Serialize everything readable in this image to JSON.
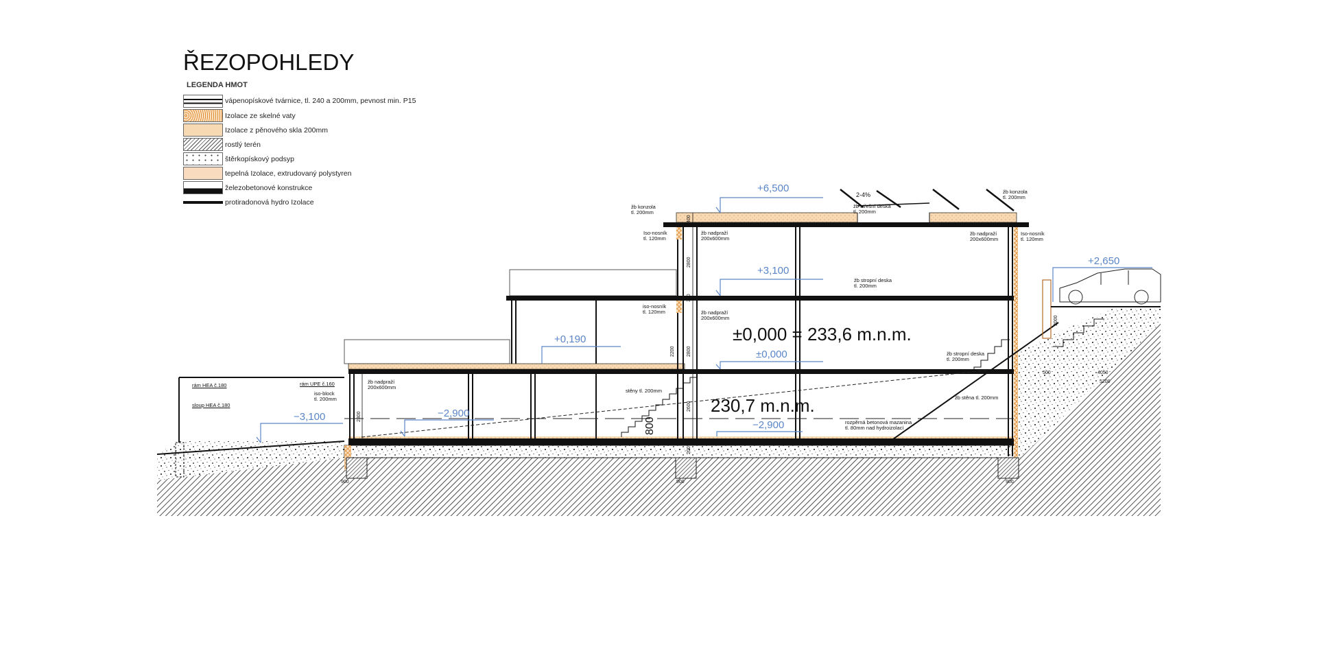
{
  "title": "ŘEZOPOHLEDY",
  "legend": {
    "heading": "LEGENDA HMOT",
    "items": [
      {
        "label": "vápenopískové tvárnice, tl. 240 a 200mm, pevnost min. P15",
        "icon": "masonry-swatch"
      },
      {
        "label": "Izolace ze skelné vaty",
        "icon": "glass-wool-swatch"
      },
      {
        "label": "Izolace z pěnového skla 200mm",
        "icon": "foam-glass-swatch"
      },
      {
        "label": "rostlý terén",
        "icon": "natural-ground-swatch"
      },
      {
        "label": "štěrkopískový podsyp",
        "icon": "gravel-swatch"
      },
      {
        "label": "tepelná Izolace, extrudovaný polystyren",
        "icon": "xps-swatch"
      },
      {
        "label": "železobetonové konstrukce",
        "icon": "reinforced-concrete-swatch"
      },
      {
        "label": "protiradonová hydro Izolace",
        "icon": "radon-barrier-swatch"
      }
    ]
  },
  "levels": {
    "roof": "+6,500",
    "first_floor": "+3,100",
    "terrace": "+0,190",
    "ground": "±0,000",
    "outdoor_left": "−3,100",
    "basement_left": "−2,900",
    "basement_center": "−2,900",
    "parking": "+2,650"
  },
  "elevations": {
    "main": "±0,000 = 233,6 m.n.m.",
    "basement": "230,7 m.n.m."
  },
  "annotations": {
    "konzola_left": [
      "žb konzola",
      "tl. 200mm"
    ],
    "konzola_right": [
      "žb konzola",
      "tl. 200mm"
    ],
    "iso_top_left": [
      "Iso-nosník",
      "tl. 120mm"
    ],
    "iso_top_right": [
      "Iso-nosník",
      "tl. 120mm"
    ],
    "nadprazi_top_left": [
      "žb nadpraží",
      "200x600mm"
    ],
    "nadprazi_top_right": [
      "žb nadpraží",
      "200x600mm"
    ],
    "slope": "2-4%",
    "roof_slab": [
      "žb střešní deska",
      "tl. 200mm"
    ],
    "stropni_1": [
      "žb stropní deska",
      "tl. 200mm"
    ],
    "stropni_2": [
      "žb stropní deska",
      "tl. 200mm"
    ],
    "iso_mid": [
      "iso-nosník",
      "tl. 120mm"
    ],
    "nadprazi_mid": [
      "žb nadpraží",
      "200x600mm"
    ],
    "ram_hea": "rám HEA č.180",
    "sloup_hea": "sloup HEA č.180",
    "ram_upe": "rám UPE č.160",
    "iso_block": [
      "iso-block",
      "tl. 200mm"
    ],
    "nadprazi_low": [
      "žb nadpraží",
      "200x600mm"
    ],
    "steny": "stěny tl. 200mm",
    "mazanina": [
      "rozpěrná betonová mazanina",
      "tl. 80mm nad hydroizolací"
    ],
    "stena": "žb stěna tl. 200mm"
  },
  "dimensions": {
    "d2800_top": "2800",
    "d2800_mid": "2800",
    "d2600": "2600",
    "d2300": "2300",
    "d2200": "2200",
    "d400": "400",
    "d300": "300",
    "d200": "200",
    "d800": "800",
    "d3000": "3000",
    "d500": "500",
    "d4050": "4050",
    "d5200": "5200",
    "d900a": "900",
    "d900b": "900",
    "d900c": "900"
  }
}
